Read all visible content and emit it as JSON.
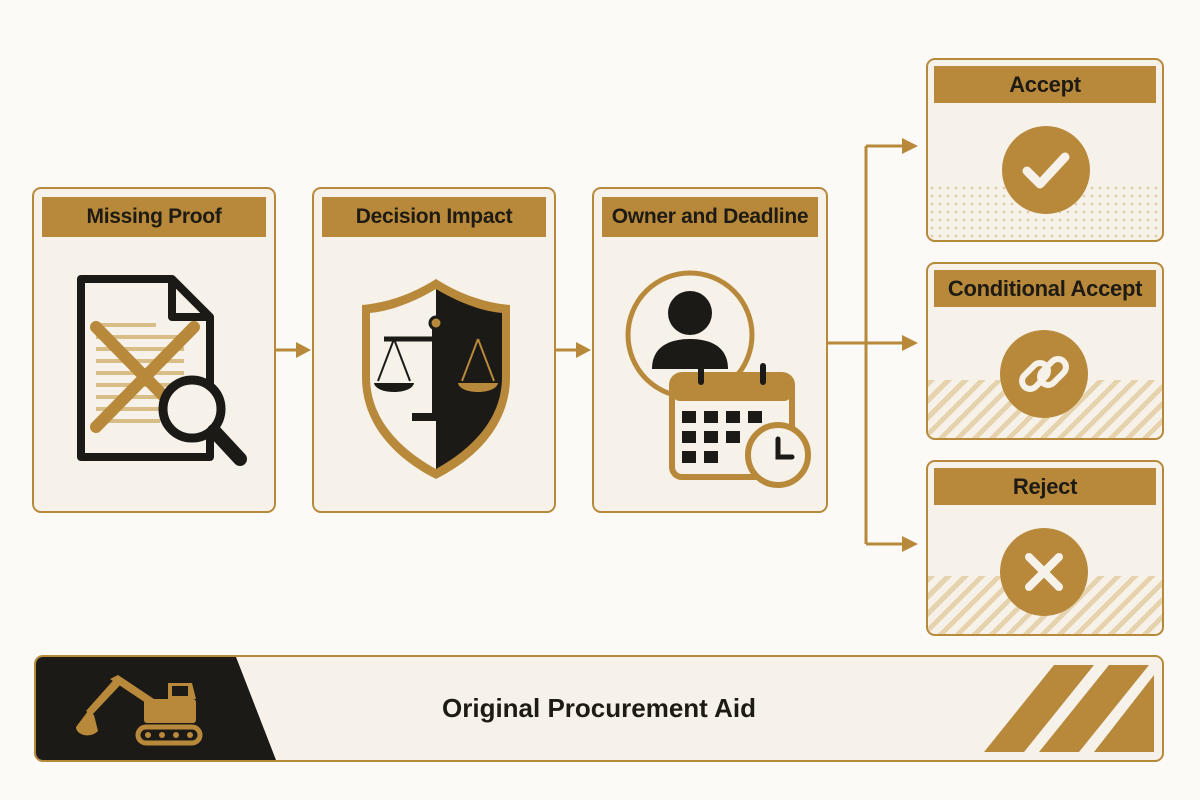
{
  "steps": [
    {
      "title": "Missing Proof",
      "icon": "document-crossed-magnifier-icon"
    },
    {
      "title": "Decision Impact",
      "icon": "shield-scales-icon"
    },
    {
      "title": "Owner and Deadline",
      "icon": "person-calendar-clock-icon"
    }
  ],
  "outcomes": [
    {
      "title": "Accept",
      "icon": "checkmark-icon"
    },
    {
      "title": "Conditional Accept",
      "icon": "chain-link-icon"
    },
    {
      "title": "Reject",
      "icon": "x-mark-icon"
    }
  ],
  "banner": {
    "title": "Original Procurement Aid",
    "icon": "excavator-icon"
  },
  "colors": {
    "accent": "#b8893a",
    "dark": "#1b1a17",
    "card_bg": "#f6f2ea",
    "page_bg": "#fbfaf7"
  }
}
